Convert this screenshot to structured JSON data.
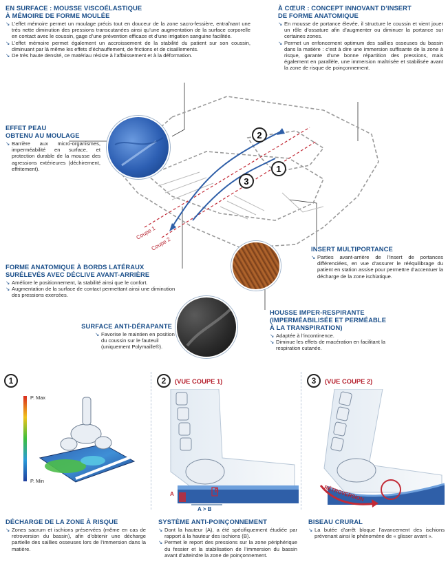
{
  "top_left": {
    "title": [
      "EN SURFACE : MOUSSE VISCOÉLASTIQUE",
      "À MÉMOIRE DE FORME MOULÉE"
    ],
    "items": [
      "L’effet mémoire permet un moulage précis tout en douceur de la zone sacro-fessière, entraînant une très nette diminution des pressions transcutanées ainsi qu’une augmentation de la surface corporelle en contact avec le coussin, gage d’une prévention efficace et d’une irrigation sanguine facilitée.",
      "L’effet mémoire permet également un accroissement de la stabilité du patient sur son coussin, diminuant par là même les effets d’échauffement, de frictions et de cisaillements.",
      "De très haute densité, ce matériau résiste à l’affaissement et à la déformation."
    ]
  },
  "top_right": {
    "title": [
      "À CŒUR : CONCEPT INNOVANT D’INSERT",
      "DE FORME ANATOMIQUE"
    ],
    "items": [
      "En mousse de portance élevée, il structure le coussin et vient jouer un rôle d’ossature afin d’augmenter ou diminuer la portance sur certaines zones.",
      "Permet un enfoncement optimum des saillies osseuses du bassin dans la matière : c’est à dire une immersion suffisante de la zone à risque, garante d’une bonne répartition des pressions, mais également en parallèle, une immersion maîtrisée et stabilisée avant la zone de risque de poinçonnement."
    ]
  },
  "effet_peau": {
    "title": [
      "EFFET PEAU",
      "OBTENU AU MOULAGE"
    ],
    "items": [
      "Barrière aux micro-organismes, imperméabilité en surface, et protection durable de la mousse des agressions extérieures (déchirement, effritement)."
    ]
  },
  "insert": {
    "title": "INSERT MULTIPORTANCE",
    "items": [
      "Parties avant-arrière de l’insert de portances différenciées, en vue d’assurer le rééquilibrage du patient en station assise pour permettre d’accentuer la décharge de la zone ischiatique."
    ]
  },
  "forme": {
    "title": [
      "FORME ANATOMIQUE À BORDS LATÉRAUX",
      "SURÉLEVÉS AVEC DÉCLIVE AVANT-ARRIÈRE"
    ],
    "items": [
      "Améliore le positionnement, la stabilité ainsi que le confort.",
      "Augmentation de la surface de contact permettant ainsi une diminution des pressions exercées."
    ]
  },
  "housse": {
    "title": [
      "HOUSSE IMPER-RESPIRANTE",
      "(IMPERMÉABILISÉE ET PERMÉABLE",
      "À LA TRANSPIRATION)"
    ],
    "items": [
      "Adaptée à l’incontinence.",
      "Diminue les effets de macération en facilitant la respiration cutanée."
    ]
  },
  "surface": {
    "title": "SURFACE ANTI-DÉRAPANTE",
    "items": [
      "Favorise le maintien en position du coussin sur le fauteuil (uniquement Polymaille®)."
    ]
  },
  "diagram": {
    "coupe1": "Coupe 1",
    "coupe2": "Coupe 2",
    "n1": "1",
    "n2": "2",
    "n3": "3"
  },
  "panel1": {
    "num": "1",
    "pmax": "P. Max",
    "pmin": "P. Min",
    "title": "DÉCHARGE DE LA ZONE À RISQUE",
    "text": "Zones sacrum et ischions préservées (même en cas de retroversion du bassin), afin d’obtenir une décharge partielle des saillies osseuses lors de l’immersion dans la matière."
  },
  "panel2": {
    "num": "2",
    "label": "(VUE COUPE 1)",
    "a": "A",
    "b": "B",
    "agtb": "A > B",
    "title": "SYSTÈME ANTI-POINÇONNEMENT",
    "items": [
      "Dont la hauteur (A), a été spécifiquement étudiée par rapport à la hauteur des ischions (B).",
      "Permet le report des pressions sur la zone périphérique du fessier et la stabilisation de l’immersion du bassin avant d’atteindre la zone de poinçonnement."
    ]
  },
  "panel3": {
    "num": "3",
    "label": "(VUE COUPE 2)",
    "retro": "RÉTROVERSION",
    "title": "BISEAU CRURAL",
    "items": [
      "La butée d’arrêt bloque l’avancement des ischions prévenant ainsi le phénomène de « glisser avant »."
    ]
  },
  "colors": {
    "heading": "#1b4f8a",
    "accent_red": "#b51f2c",
    "cushion_blue": "#2f5fa8"
  }
}
